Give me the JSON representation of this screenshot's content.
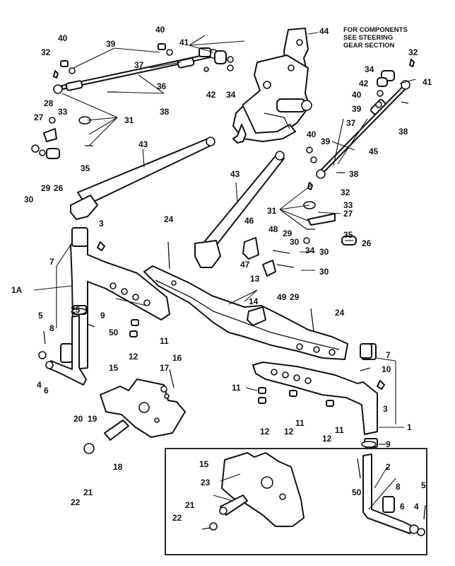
{
  "note": {
    "line1": "FOR COMPONENTS",
    "line2": "SEE STEERING",
    "line3": "GEAR SECTION"
  },
  "labels": {
    "l1": "1",
    "l1a": "1A",
    "l2": "2",
    "l3": "3",
    "l4": "4",
    "l5": "5",
    "l6": "6",
    "l7": "7",
    "l8": "8",
    "l9": "9",
    "l10": "10",
    "l11": "11",
    "l12": "12",
    "l13": "13",
    "l14": "14",
    "l15": "15",
    "l16": "16",
    "l17": "17",
    "l18": "18",
    "l19": "19",
    "l20": "20",
    "l21": "21",
    "l22": "22",
    "l23": "23",
    "l24": "24",
    "l25": "25",
    "l26": "26",
    "l27": "27",
    "l28": "28",
    "l29": "29",
    "l30": "30",
    "l31": "31",
    "l32": "32",
    "l33": "33",
    "l34": "34",
    "l35": "35",
    "l36": "36",
    "l37": "37",
    "l38": "38",
    "l39": "39",
    "l40": "40",
    "l41": "41",
    "l42": "42",
    "l43": "43",
    "l44": "44",
    "l45": "45",
    "l46": "46",
    "l47": "47",
    "l48": "48",
    "l49": "49",
    "l50": "50"
  }
}
